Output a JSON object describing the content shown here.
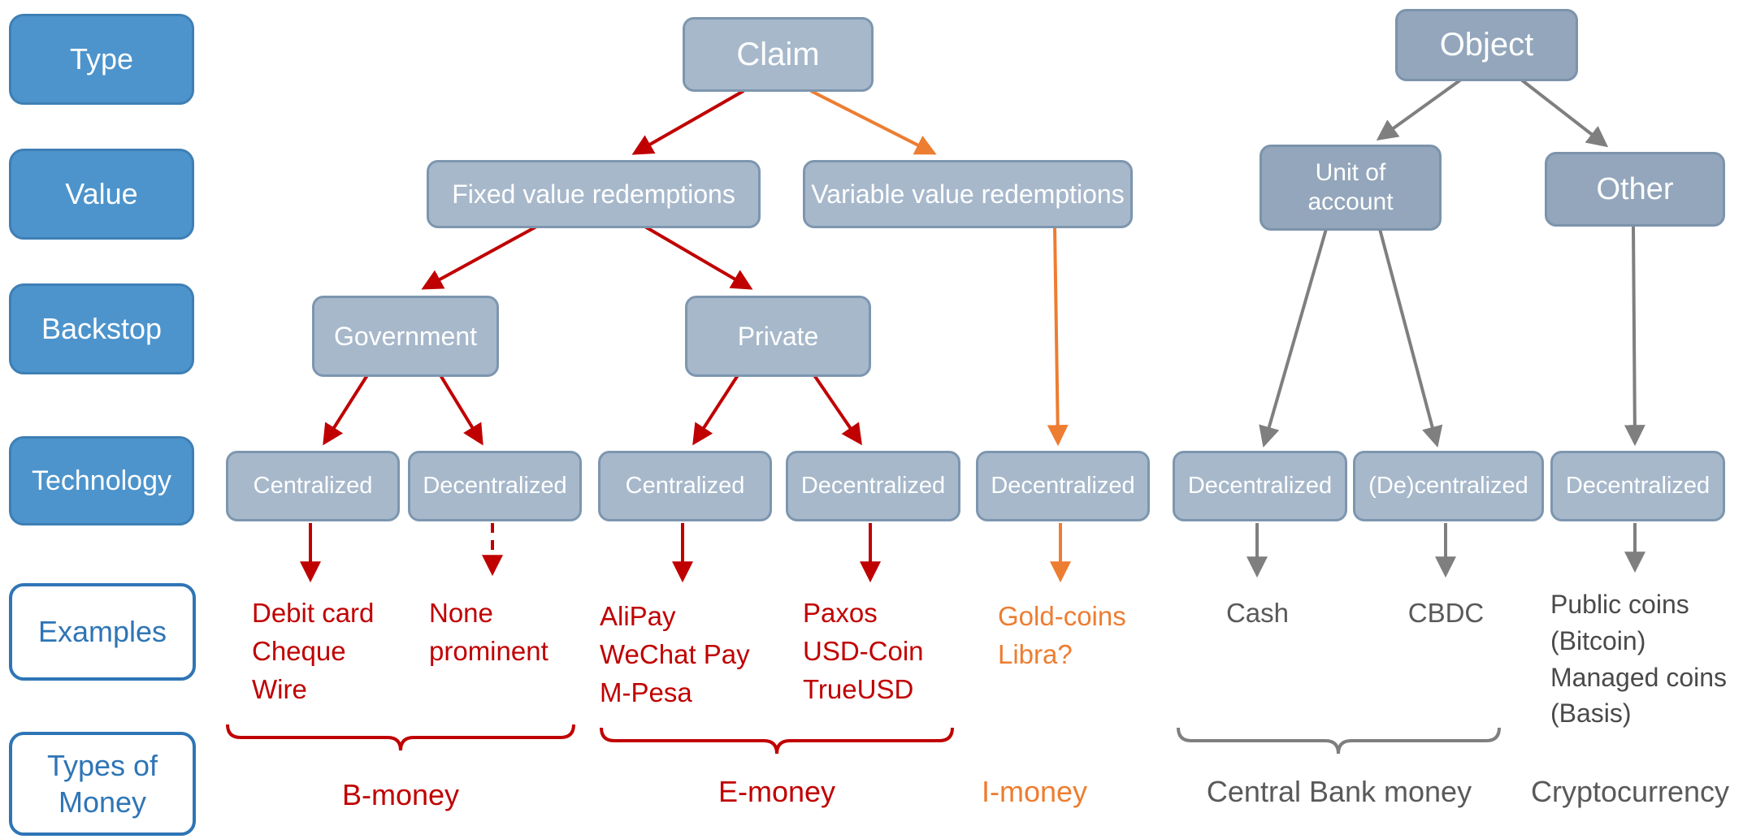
{
  "colors": {
    "sidebar_blue": "#4D94CC",
    "outline_blue": "#2E75B6",
    "node_fill": "#A7B8CB",
    "node_border": "#7D96AF",
    "red": "#C00000",
    "orange": "#ED7D31",
    "gray_arrow": "#7F7F7F",
    "gray_text": "#595959"
  },
  "sidebar": {
    "type": "Type",
    "value": "Value",
    "backstop": "Backstop",
    "technology": "Technology",
    "examples": "Examples",
    "types_of_money": "Types of\nMoney"
  },
  "tree": {
    "claim": "Claim",
    "object": "Object",
    "fixed": "Fixed value redemptions",
    "variable": "Variable value redemptions",
    "unit_of_account": "Unit of\naccount",
    "other": "Other",
    "government": "Government",
    "private": "Private",
    "tech": {
      "gov_centralized": "Centralized",
      "gov_decentralized": "Decentralized",
      "priv_centralized": "Centralized",
      "priv_decentralized": "Decentralized",
      "variable_decentralized": "Decentralized",
      "unit_decentralized": "Decentralized",
      "unit_de_centralized": "(De)centralized",
      "other_decentralized": "Decentralized"
    }
  },
  "examples": {
    "b_centralized": "Debit card\nCheque\nWire",
    "b_decentralized": "None\nprominent",
    "e_centralized": "AliPay\nWeChat Pay\nM-Pesa",
    "e_decentralized": "Paxos\nUSD-Coin\nTrueUSD",
    "i_money": "Gold-coins\nLibra?",
    "cash": "Cash",
    "cbdc": "CBDC",
    "crypto": "Public coins\n(Bitcoin)\nManaged coins\n(Basis)"
  },
  "money_types": {
    "b": "B-money",
    "e": "E-money",
    "i": "I-money",
    "central_bank": "Central Bank money",
    "crypto": "Cryptocurrency"
  }
}
